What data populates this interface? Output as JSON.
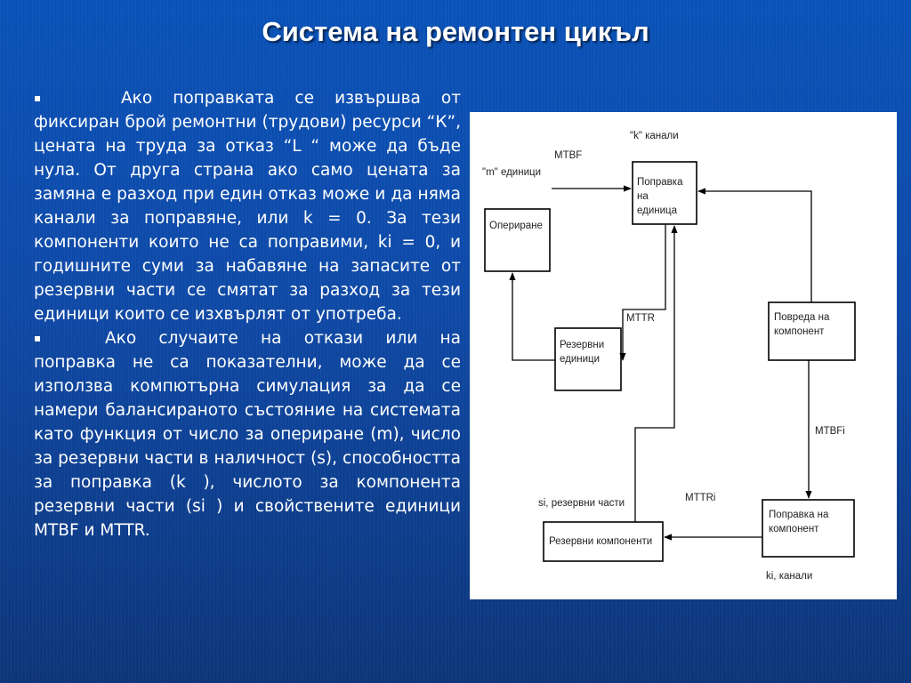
{
  "slide": {
    "title": "Система на ремонтен цикъл",
    "paragraphs": [
      {
        "bullet": "▪",
        "text": "Ако поправката се извършва от фиксиран брой ремонтни (трудови) ресурси “К”, цената на труда за отказ “L “ може да бъде нула. От друга страна ако само цената за замяна е разход при един отказ може и да няма канали за поправяне, или k = 0. За тези компоненти които не са поправими, ki = 0, и годишните суми за набавяне на запасите от резервни части се смятат за разход за тези единици които се изхвърлят от употреба."
      },
      {
        "bullet": "▪",
        "text": "Ако случаите на откази или на поправка не са показателни, може да се използва компютърна симулация за да се намери балансираното състояние на системата като функция от число за опериране (m), число за резервни части в наличност (s), способността за поправка (k ), числото за компонента резервни части (si ) и свойствените единици MTBF и MTTR."
      }
    ]
  },
  "diagram": {
    "boxes": {
      "operating": "Опериране",
      "unit_repair": [
        "Поправка",
        "на",
        "единица"
      ],
      "spare_units": [
        "Резервни",
        "единици"
      ],
      "component_failure": [
        "Повреда на",
        "компонент"
      ],
      "component_repair": [
        "Поправка на",
        "компонент"
      ],
      "spare_components": "Резервни компоненти"
    },
    "labels": {
      "k_channels": "\"k\" канали",
      "m_units": "\"m\" единици",
      "mtbf": "MTBF",
      "mttr": "MTTR",
      "mtbfi": "MTBFi",
      "mttri": "MTTRi",
      "si_spare_parts": "si, резервни части",
      "ki_channels": "ki, канали"
    }
  }
}
